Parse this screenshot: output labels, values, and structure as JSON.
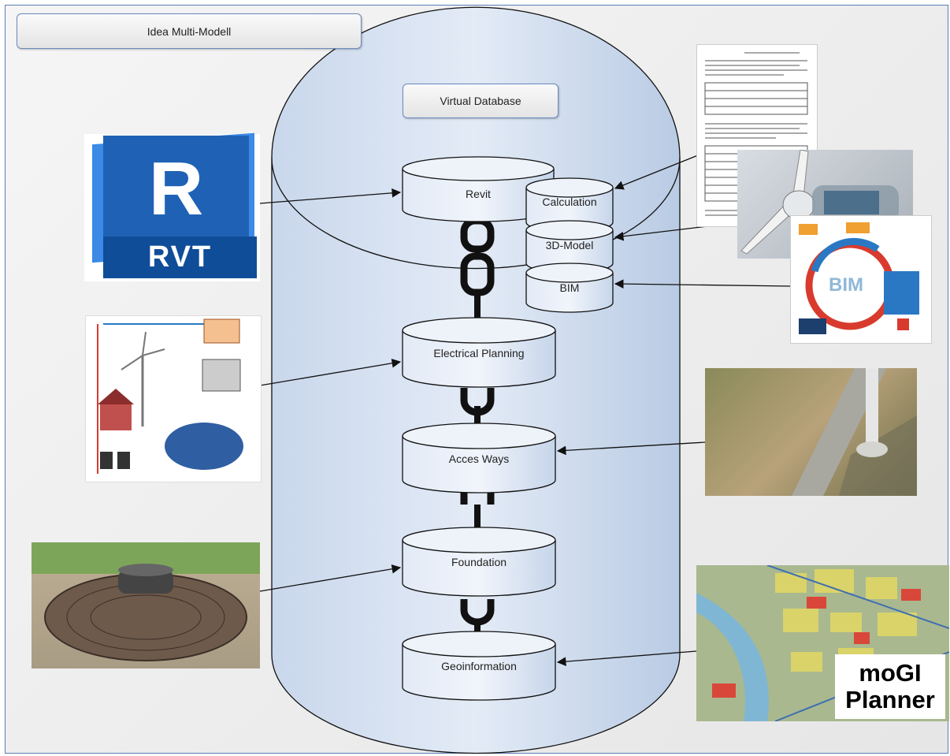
{
  "title": "Idea Multi-Modell",
  "virtual_database_label": "Virtual Database",
  "databases": {
    "revit": "Revit",
    "calculation": "Calculation",
    "model3d": "3D-Model",
    "bim": "BIM",
    "electrical": "Electrical Planning",
    "access": "Acces Ways",
    "foundation": "Foundation",
    "geoinformation": "Geoinformation"
  },
  "images": {
    "revit_logo": {
      "letter": "R",
      "caption": "RVT"
    },
    "calculation_document": {},
    "wind_turbine_render": {},
    "bim_graphic": {
      "text": "BIM"
    },
    "electrical_schematic": {},
    "access_road_aerial": {},
    "foundation_photo": {},
    "mogi_planner": {
      "line1": "moGI",
      "line2": "Planner"
    }
  },
  "colors": {
    "revit_blue": "#1f62b5",
    "cylinder_fill": "#d6e2f2",
    "frame_border": "#5a7db5"
  }
}
